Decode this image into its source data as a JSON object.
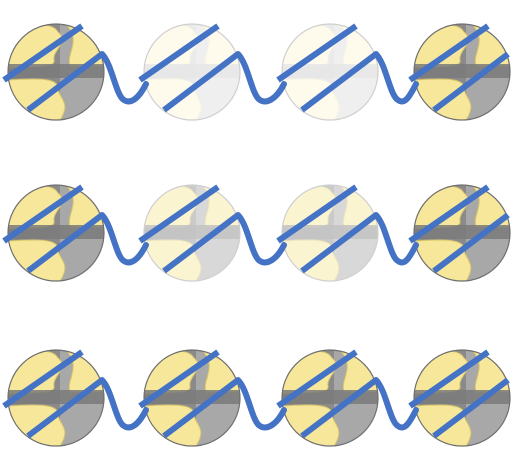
{
  "rows": [
    {
      "discs": [
        "full",
        "faded",
        "faded",
        "full"
      ]
    },
    {
      "discs": [
        "full",
        "light",
        "light",
        "full"
      ]
    },
    {
      "discs": [
        "full",
        "full",
        "full",
        "full"
      ]
    }
  ],
  "colors": {
    "background": "#ffffff",
    "line": "#4472c4",
    "disc_dark": "#8a8a8a",
    "disc_mid": "#a8a8a8",
    "disc_edge": "#6f6f6f",
    "lobe": "#f6e79a",
    "lobe_edge": "#d9c56a",
    "band": "#7a7a7a"
  }
}
